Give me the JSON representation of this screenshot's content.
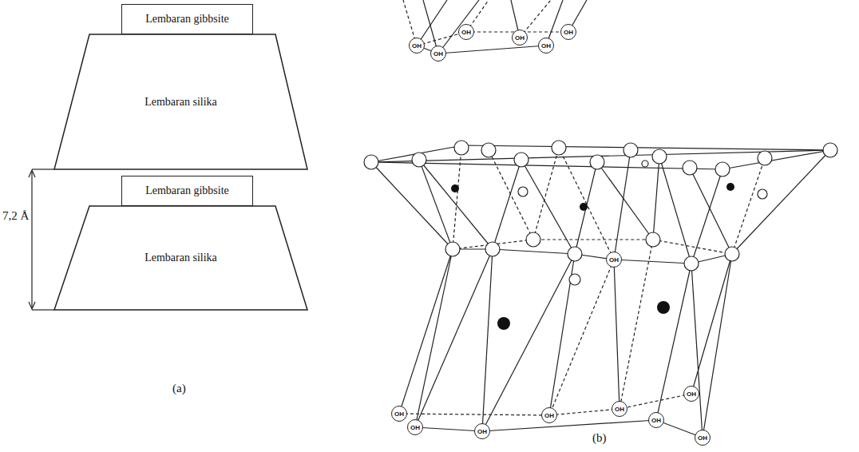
{
  "diagram": {
    "nodes": [
      {
        "text": [
          "Lembaran gibbsite"
        ]
      },
      {
        "text": [
          "Lembaran silika"
        ]
      },
      {
        "text": [
          "Lembaran gibbsite"
        ]
      },
      {
        "text": [
          "Lembaran silika"
        ]
      },
      {
        "text": [
          "OH"
        ]
      },
      {
        "text": [
          "OH"
        ]
      },
      {
        "text": [
          "OH"
        ]
      },
      {
        "text": [
          "OH"
        ]
      },
      {
        "text": [
          "OH"
        ]
      },
      {
        "text": [
          "OH"
        ]
      },
      {
        "text": [
          "OH"
        ]
      },
      {
        "text": [
          "OH"
        ]
      },
      {
        "text": [
          "OH"
        ]
      },
      {
        "text": [
          "OH"
        ]
      },
      {
        "text": [
          "OH"
        ]
      },
      {
        "text": [
          "OH"
        ]
      },
      {
        "text": [
          "OH"
        ]
      },
      {
        "text": [
          "OH"
        ]
      },
      {
        "text": [
          "OH"
        ]
      }
    ],
    "labels": [
      "7,2 Å",
      "(a)",
      "(b)"
    ]
  }
}
